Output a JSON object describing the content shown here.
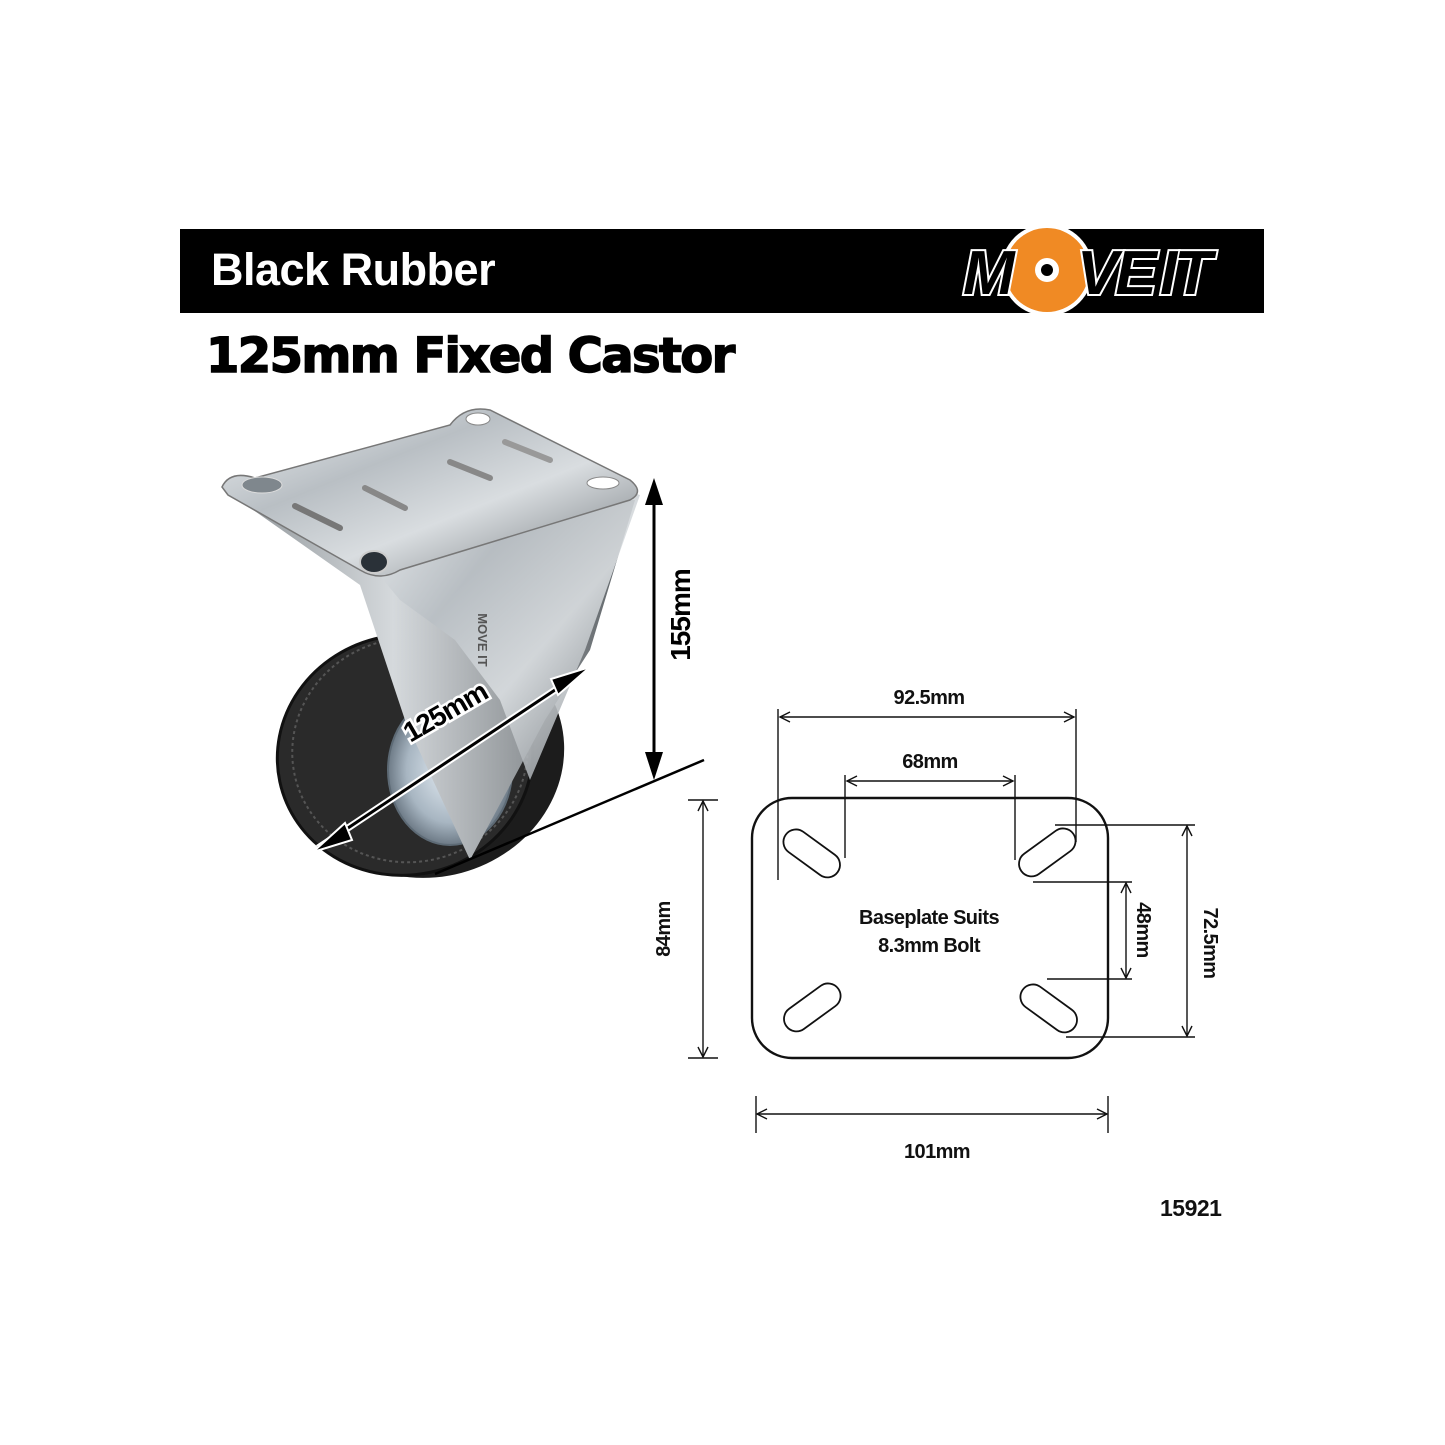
{
  "header": {
    "title": "Black Rubber",
    "brand_logo": "MOVE IT",
    "bar_color": "#000000",
    "brand_accent": "#f08a24"
  },
  "product": {
    "subtitle": "125mm Fixed Castor",
    "code": "15921"
  },
  "castor_photo": {
    "wheel_diameter_label": "125mm",
    "height_label": "155mm",
    "emboss_text": "MOVE IT"
  },
  "baseplate_diagram": {
    "note_line1": "Baseplate Suits",
    "note_line2": "8.3mm Bolt",
    "dimensions": {
      "outer_hole_span": "92.5mm",
      "inner_hole_span": "68mm",
      "plate_height": "84mm",
      "plate_width": "101mm",
      "inner_vertical_span": "48mm",
      "outer_vertical_span": "72.5mm"
    }
  }
}
